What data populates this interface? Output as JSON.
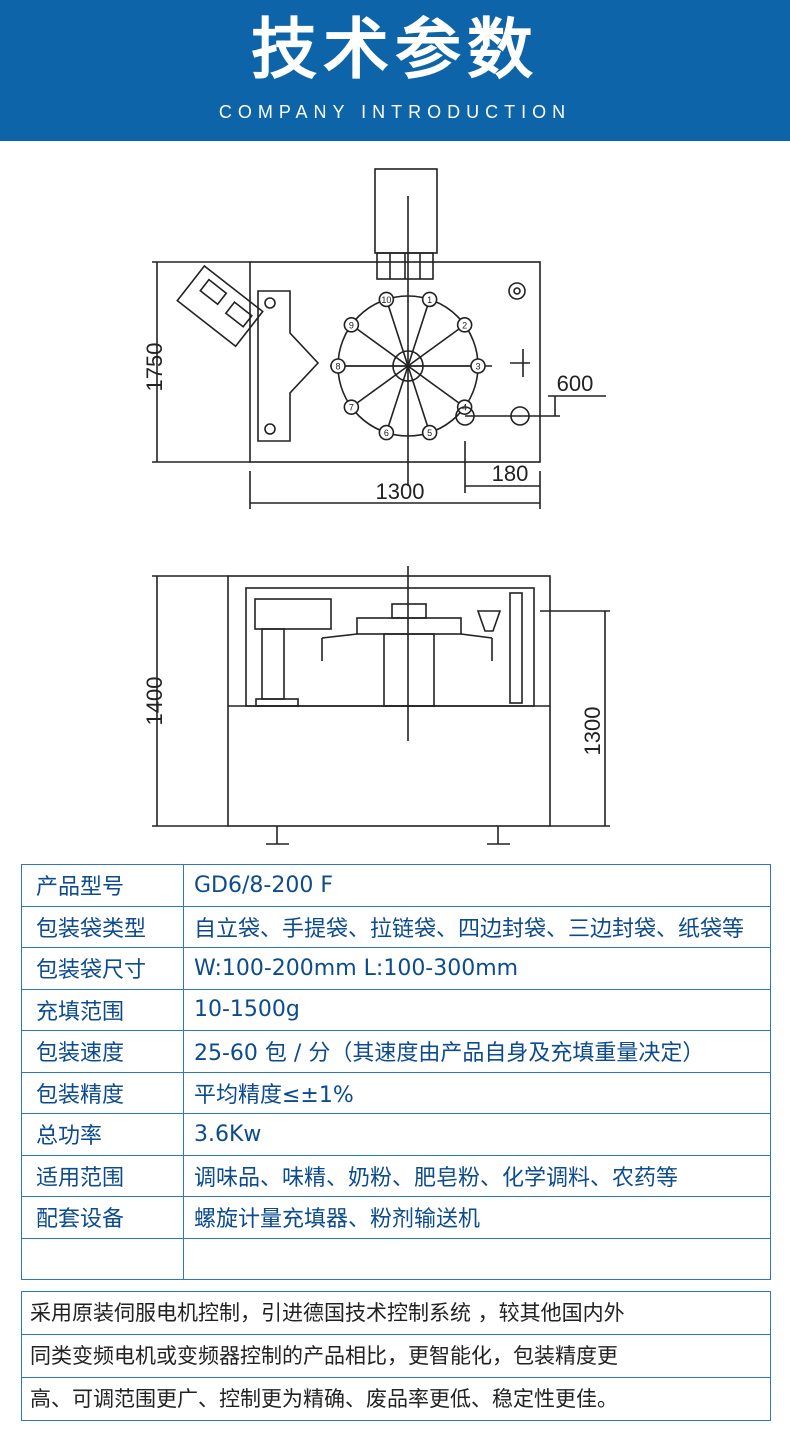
{
  "header": {
    "title": "技术参数",
    "subtitle": "COMPANY INTRODUCTION",
    "background": "#0d64a8"
  },
  "drawing": {
    "top_view": {
      "height": "1750",
      "width": "1300",
      "offset_a": "600",
      "offset_b": "180"
    },
    "front_view": {
      "height_left": "1400",
      "height_right": "1300"
    },
    "station_numbers": [
      "1",
      "2",
      "3",
      "4",
      "5",
      "6",
      "7",
      "8",
      "9",
      "10"
    ]
  },
  "specs": [
    {
      "label": "产品型号",
      "value": "GD6/8-200 F"
    },
    {
      "label": "包装袋类型",
      "value": "自立袋、手提袋、拉链袋、四边封袋、三边封袋、纸袋等"
    },
    {
      "label": "包装袋尺寸",
      "value": "W:100-200mm L:100-300mm"
    },
    {
      "label": "充填范围",
      "value": "10-1500g"
    },
    {
      "label": "包装速度",
      "value": "25-60 包 / 分（其速度由产品自身及充填重量决定）"
    },
    {
      "label": "包装精度",
      "value": "平均精度≤±1%"
    },
    {
      "label": "总功率",
      "value": "3.6Kw"
    },
    {
      "label": "适用范围",
      "value": "调味品、味精、奶粉、肥皂粉、化学调料、农药等"
    },
    {
      "label": "配套设备",
      "value": "螺旋计量充填器、粉剂输送机"
    },
    {
      "label": "",
      "value": ""
    }
  ],
  "description": [
    "采用原装伺服电机控制，引进德国技术控制系统 ，较其他国内外",
    "同类变频电机或变频器控制的产品相比，更智能化，包装精度更",
    "高、可调范围更广、控制更为精确、废品率更低、稳定性更佳。"
  ]
}
